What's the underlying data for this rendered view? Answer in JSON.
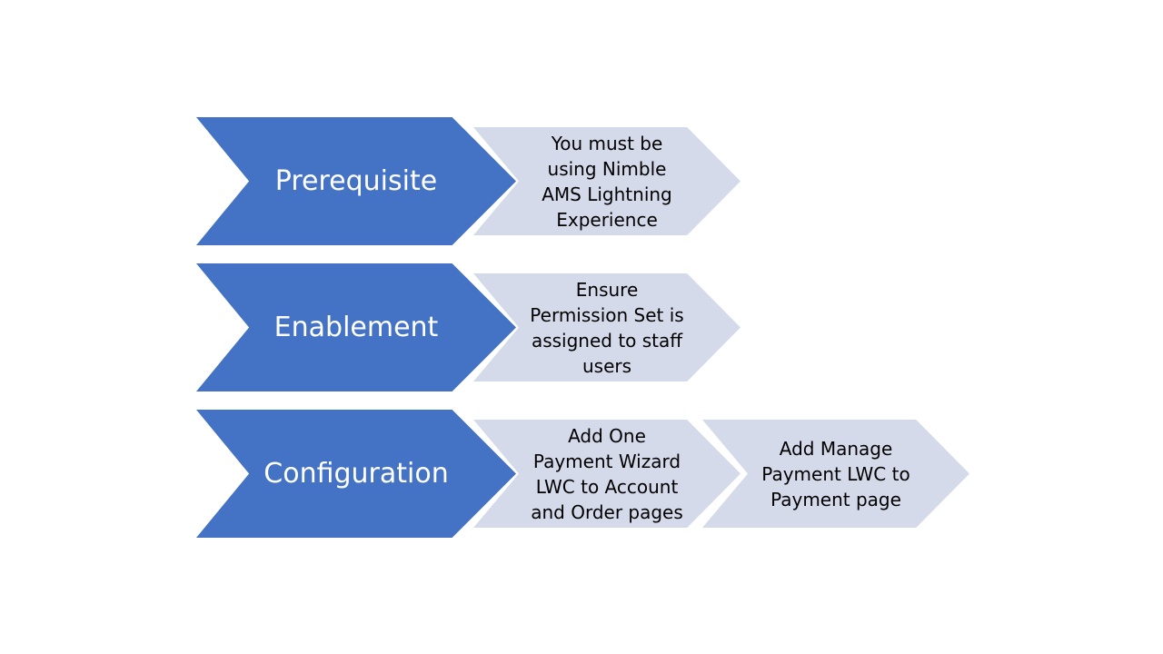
{
  "diagram": {
    "colors": {
      "primary": "#4472c4",
      "secondary": "#d5daeb",
      "primary_text": "#ffffff",
      "secondary_text": "#000000"
    },
    "rows": [
      {
        "stage": "Prerequisite",
        "details": [
          "You must be\nusing Nimble\nAMS Lightning\nExperience"
        ]
      },
      {
        "stage": "Enablement",
        "details": [
          "Ensure\nPermission Set is\nassigned to staff\nusers"
        ]
      },
      {
        "stage": "Configuration",
        "details": [
          "Add One\nPayment Wizard\nLWC to Account\nand Order pages",
          "Add Manage\nPayment LWC to\nPayment page"
        ]
      }
    ]
  }
}
